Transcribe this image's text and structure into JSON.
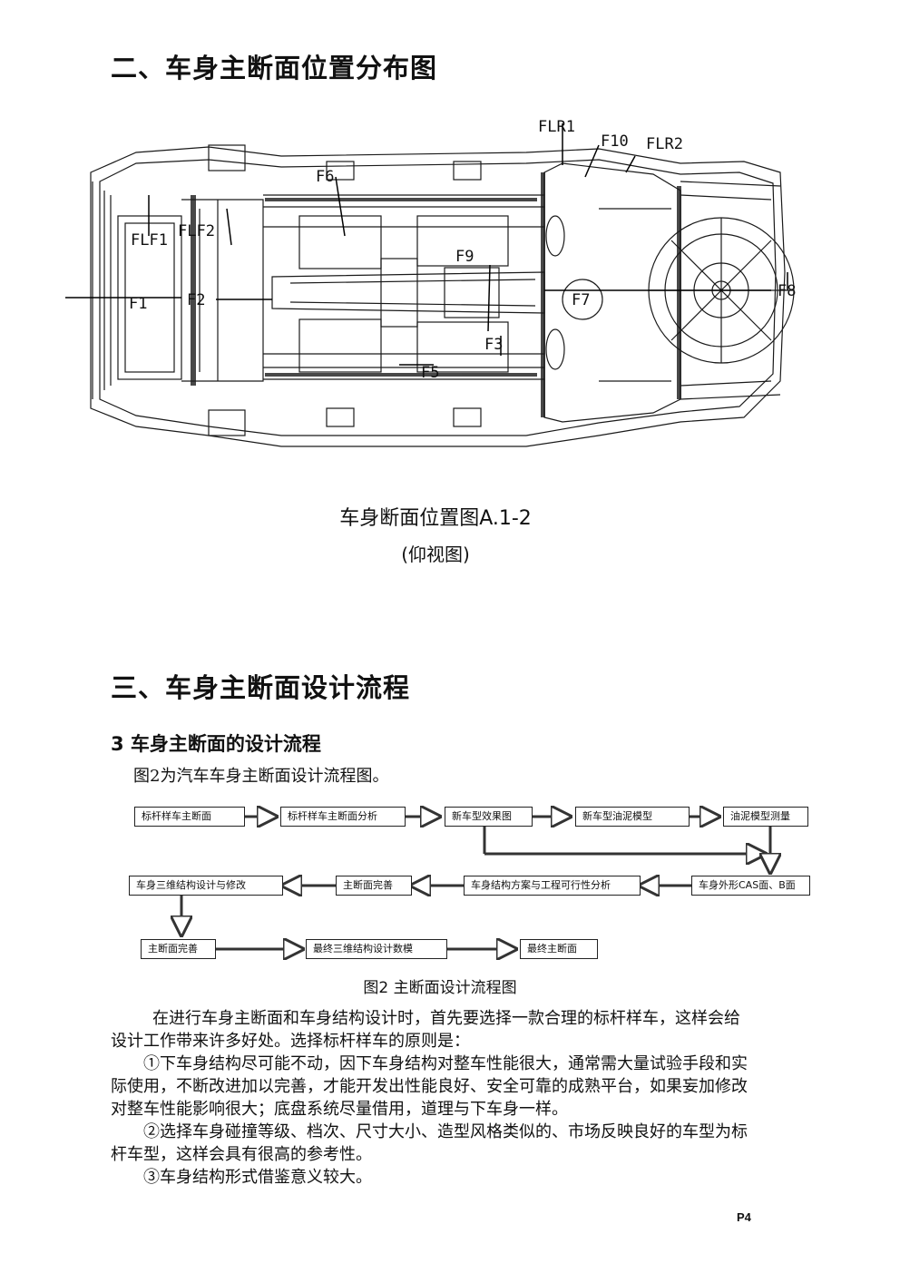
{
  "section2": {
    "title": "二、车身主断面位置分布图",
    "figure": {
      "labels": {
        "flr1": "FLR1",
        "f10": "F10",
        "flr2": "FLR2",
        "f6": "F6",
        "flf1": "FLF1",
        "flf2": "FLF2",
        "f9": "F9",
        "f1": "F1",
        "f2": "F2",
        "f7": "F7",
        "f8": "F8",
        "f3": "F3",
        "f5": "F5"
      },
      "caption_line1": "车身断面位置图A.1-2",
      "caption_line2": "(仰视图)"
    }
  },
  "section3": {
    "title": "三、车身主断面设计流程",
    "subheading": "3 车身主断面的设计流程",
    "intro": "图2为汽车车身主断面设计流程图。",
    "flowchart": {
      "row1": [
        "标杆样车主断面",
        "标杆样车主断面分析",
        "新车型效果图",
        "新车型油泥模型",
        "油泥模型测量"
      ],
      "row2": [
        "车身三维结构设计与修改",
        "主断面完善",
        "车身结构方案与工程可行性分析",
        "车身外形CAS面、B面"
      ],
      "row3": [
        "主断面完善",
        "最终三维结构设计数模",
        "最终主断面"
      ],
      "caption": "图2 主断面设计流程图"
    },
    "paragraphs": [
      "在进行车身主断面和车身结构设计时，首先要选择一款合理的标杆样车，这样会给",
      "设计工作带来许多好处。选择标杆样车的原则是：",
      "①下车身结构尽可能不动，因下车身结构对整车性能很大，通常需大量试验手段和实",
      "际使用，不断改进加以完善，才能开发出性能良好、安全可靠的成熟平台，如果妄加修改",
      "对整车性能影响很大；底盘系统尽量借用，道理与下车身一样。",
      "②选择车身碰撞等级、档次、尺寸大小、造型风格类似的、市场反映良好的车型为标",
      "杆车型，这样会具有很高的参考性。",
      "③车身结构形式借鉴意义较大。"
    ]
  },
  "footer": {
    "page_number": "P4"
  }
}
